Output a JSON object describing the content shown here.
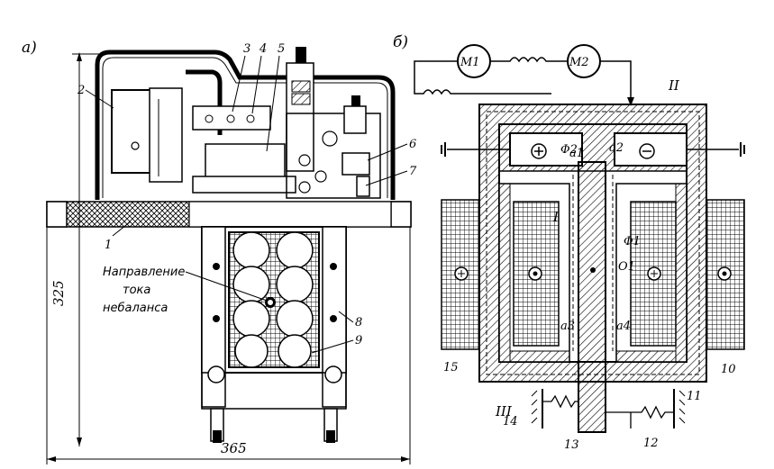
{
  "figure": {
    "panel_a": {
      "tag": "а)",
      "dim_height": "325",
      "dim_width": "365",
      "annotation_lines": [
        "Направление",
        "тока",
        "небаланса"
      ],
      "callouts": {
        "c1": "1",
        "c2": "2",
        "c3": "3",
        "c4": "4",
        "c5": "5",
        "c6": "6",
        "c7": "7",
        "c8": "8",
        "c9": "9"
      }
    },
    "panel_b": {
      "tag": "б)",
      "motor_1": "M1",
      "motor_2": "M2",
      "fluxes": {
        "phi1": "Φ1",
        "phi2": "Φ2"
      },
      "points": {
        "a1": "a1",
        "a2": "a2",
        "a3": "a3",
        "a4": "a4",
        "o1": "O1"
      },
      "romans": {
        "r1": "I",
        "r2": "II",
        "r3": "III"
      },
      "callouts": {
        "c10": "10",
        "c11": "11",
        "c12": "12",
        "c13": "13",
        "c14": "14",
        "c15": "15"
      }
    }
  }
}
